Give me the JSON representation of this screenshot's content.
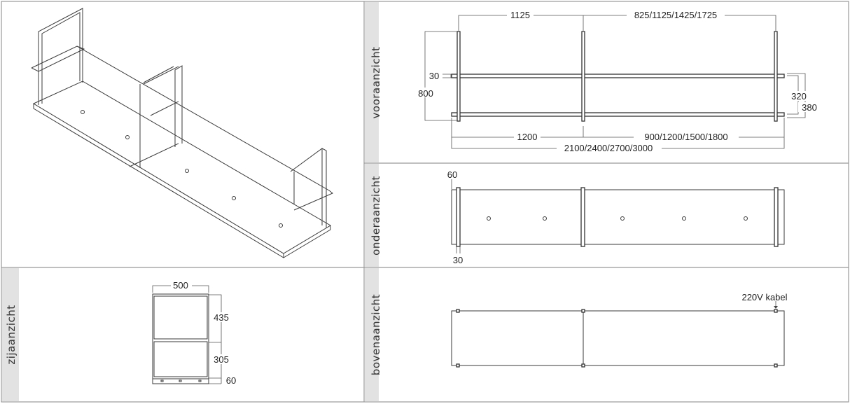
{
  "views": {
    "front": {
      "label": "vooraanzicht",
      "dim_top_left": "1125",
      "dim_top_right": "825/1125/1425/1725",
      "dim_height": "800",
      "dim_shelf_thickness": "30",
      "dim_shelf_gap": "320",
      "dim_shelf_outer": "380",
      "dim_bottom_left": "1200",
      "dim_bottom_right": "900/1200/1500/1800",
      "dim_total": "2100/2400/2700/3000"
    },
    "bottom": {
      "label": "onderaanzicht",
      "dim_overhang": "60",
      "dim_post": "30"
    },
    "top": {
      "label": "bovenaanzicht",
      "cable_note": "220V kabel"
    },
    "side": {
      "label": "zijaanzicht",
      "dim_width": "500",
      "dim_upper": "435",
      "dim_lower": "305",
      "dim_base": "60"
    }
  }
}
